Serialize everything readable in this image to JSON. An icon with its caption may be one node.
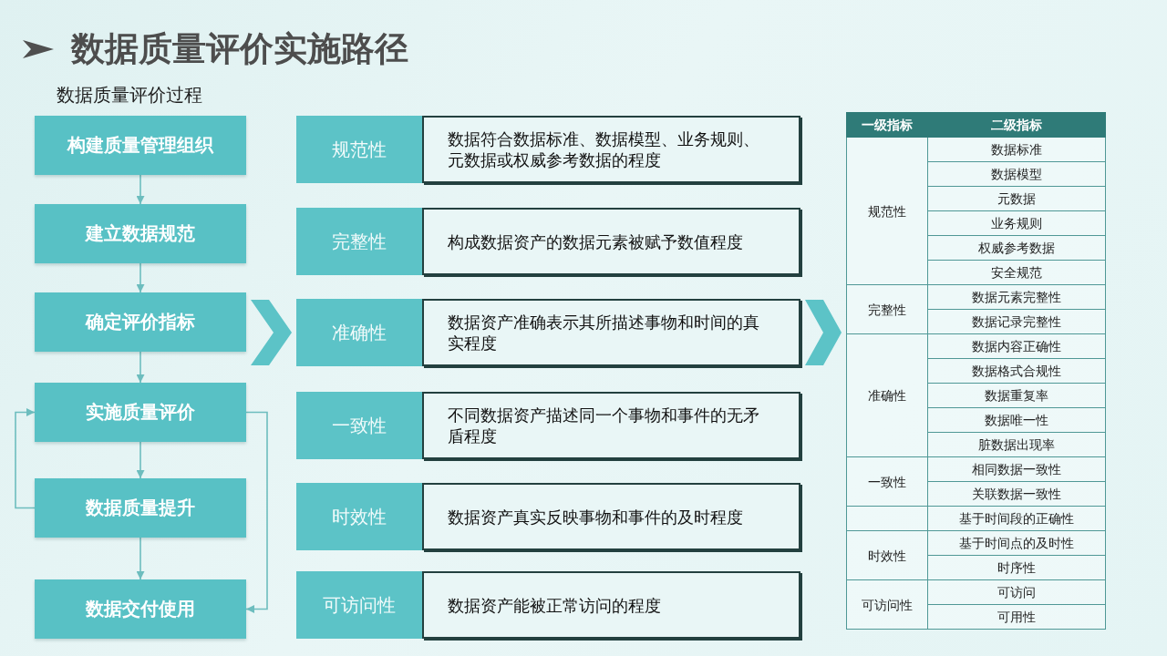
{
  "diagram": {
    "title": "数据质量评价实施路径",
    "nodes": [
      {
        "text": [
          "构建质量管理组织"
        ]
      },
      {
        "text": [
          "建立数据规范"
        ]
      },
      {
        "text": [
          "确定评价指标"
        ]
      },
      {
        "text": [
          "实施质量评价"
        ]
      },
      {
        "text": [
          "数据质量提升"
        ]
      },
      {
        "text": [
          "数据交付使用"
        ]
      },
      {
        "text": [
          "规范性"
        ]
      },
      {
        "text": [
          "数据符合数据标准、数据模型、业务规则、元数据或权威参考数据的程度"
        ]
      },
      {
        "text": [
          "完整性"
        ]
      },
      {
        "text": [
          "构成数据资产的数据元素被赋予数值程度"
        ]
      },
      {
        "text": [
          "准确性"
        ]
      },
      {
        "text": [
          "数据资产准确表示其所描述事物和时间的真实程度"
        ]
      },
      {
        "text": [
          "一致性"
        ]
      },
      {
        "text": [
          "不同数据资产描述同一个事物和事件的无矛盾程度"
        ]
      },
      {
        "text": [
          "时效性"
        ]
      },
      {
        "text": [
          "数据资产真实反映事物和事件的及时程度"
        ]
      },
      {
        "text": [
          "可访问性"
        ]
      },
      {
        "text": [
          "数据资产能被正常访问的程度"
        ]
      }
    ],
    "edges": [
      {
        "from": 0,
        "to": 1,
        "arrow": "to"
      },
      {
        "from": 1,
        "to": 2,
        "arrow": "to"
      },
      {
        "from": 2,
        "to": 3,
        "arrow": "to"
      },
      {
        "from": 3,
        "to": 4,
        "arrow": "to"
      },
      {
        "from": 4,
        "to": 5,
        "arrow": "to"
      },
      {
        "from": 4,
        "to": 3,
        "arrow": "to"
      },
      {
        "from": 3,
        "to": 5,
        "arrow": "to"
      },
      {
        "from": 2,
        "to": 10,
        "arrow": "to"
      },
      {
        "from": 11,
        "to": null,
        "arrow": "to"
      }
    ],
    "labels": [
      "数据质量评价过程",
      "一级指标",
      "二级指标",
      "规范性",
      "数据标准",
      "数据模型",
      "元数据",
      "业务规则",
      "权威参考数据",
      "安全规范",
      "完整性",
      "数据元素完整性",
      "数据记录完整性",
      "准确性",
      "数据内容正确性",
      "数据格式合规性",
      "数据重复率",
      "数据唯一性",
      "脏数据出现率",
      "一致性",
      "相同数据一致性",
      "关联数据一致性",
      "基于时间段的正确性",
      "时效性",
      "基于时间点的及时性",
      "时序性",
      "可访问性",
      "可访问",
      "可用性"
    ]
  }
}
